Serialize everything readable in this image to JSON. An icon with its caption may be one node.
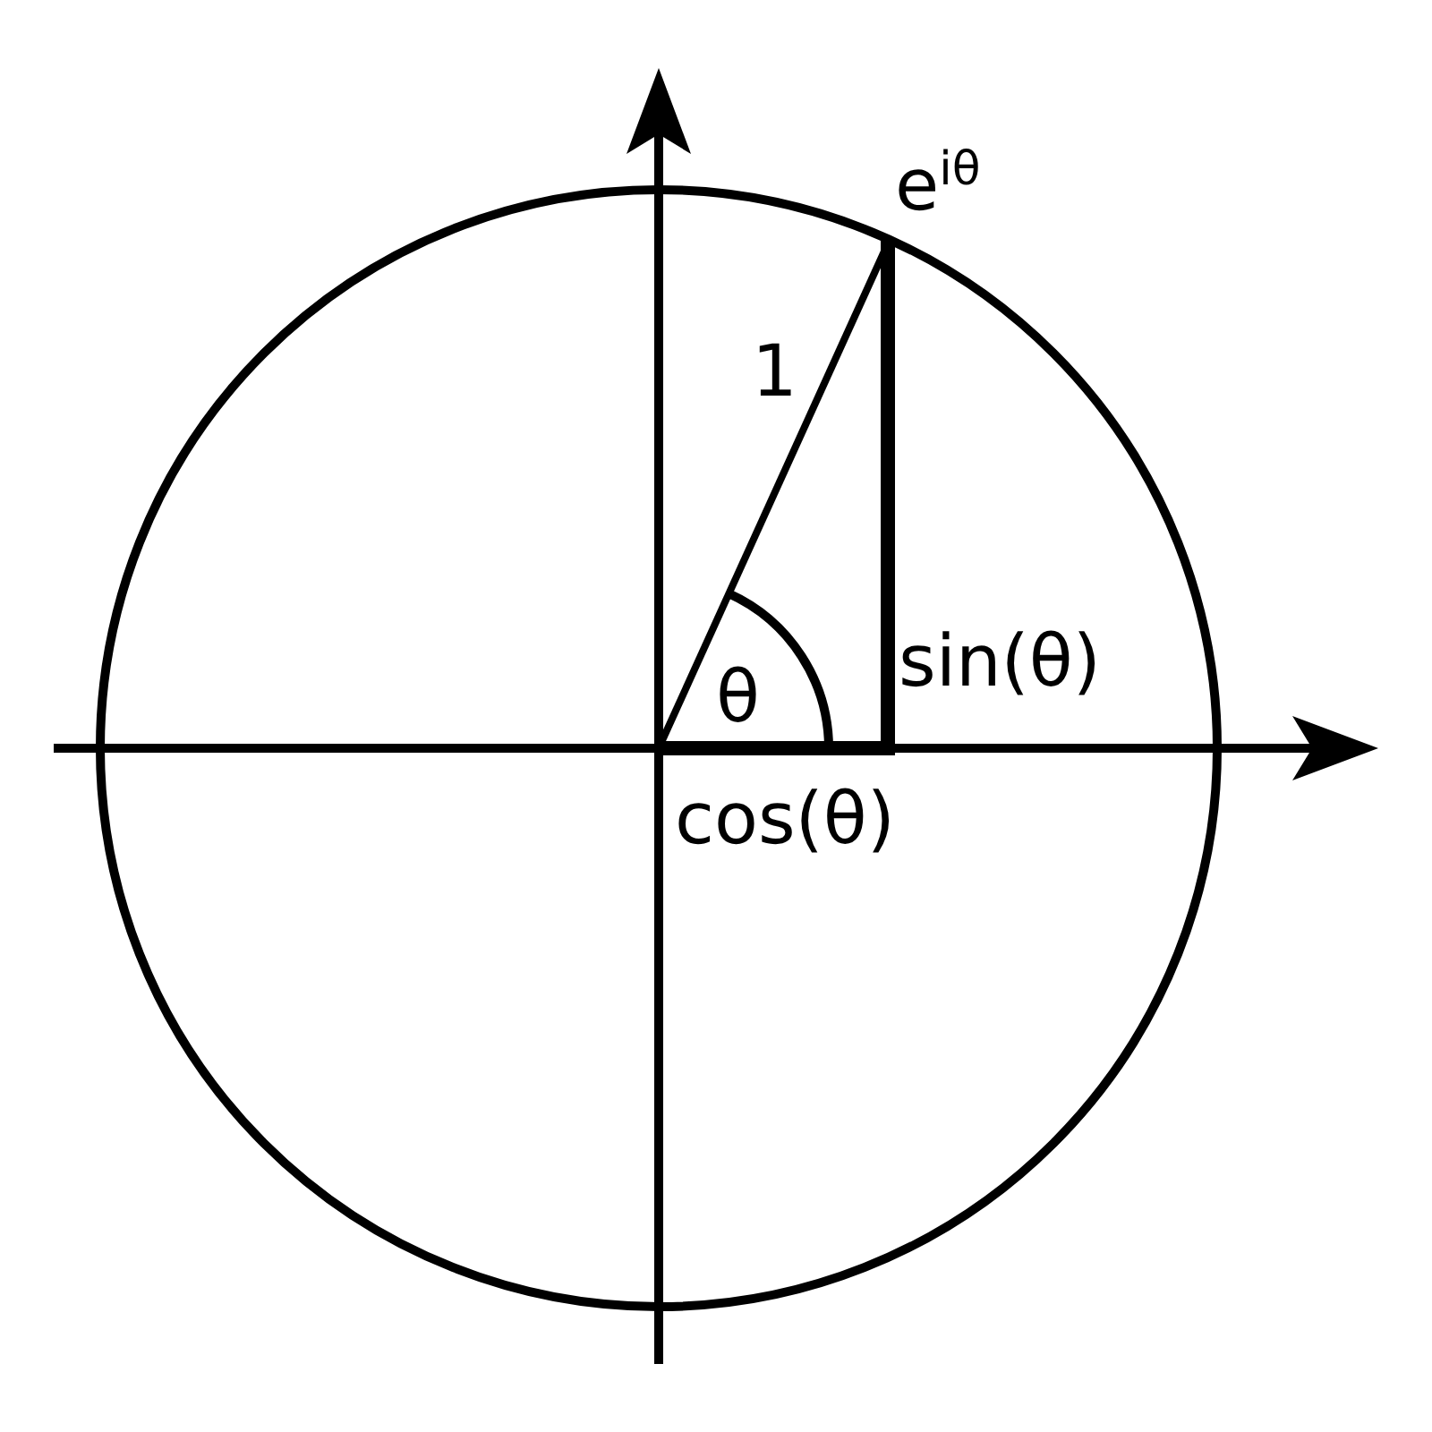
{
  "diagram": {
    "labels": [
      "e$^{iθ}$",
      "1",
      "θ",
      "sin(θ)",
      "cos(θ)"
    ]
  }
}
